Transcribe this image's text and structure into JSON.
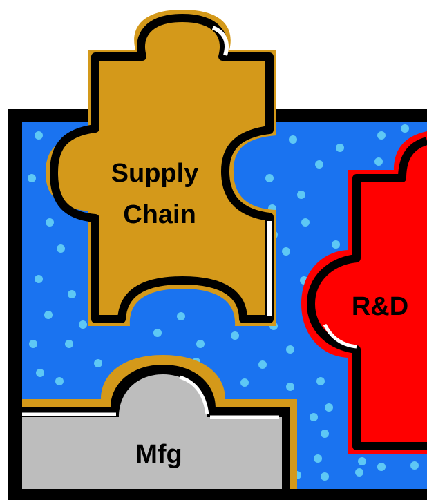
{
  "colors": {
    "background": "#ffffff",
    "frame": "#000000",
    "board": "#1a73f0",
    "dots": "#5ec8f5",
    "supply_chain_piece": "#d4991a",
    "rnd_piece": "#ff0000",
    "mfg_piece": "#bdbdbd",
    "outline": "#000000",
    "highlight": "#ffffff"
  },
  "pieces": {
    "supply_chain": {
      "line1": "Supply",
      "line2": "Chain"
    },
    "rnd": {
      "label": "R&D"
    },
    "mfg": {
      "label": "Mfg"
    }
  }
}
